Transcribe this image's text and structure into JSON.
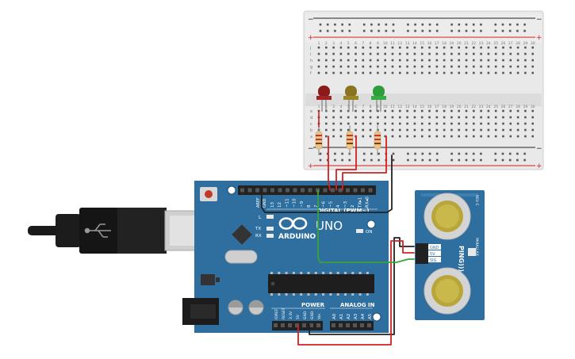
{
  "breadboard": {
    "rail_plus": "+",
    "rail_minus": "−",
    "row_letters_top": [
      "j",
      "i",
      "h",
      "g",
      "f"
    ],
    "row_letters_bottom": [
      "e",
      "d",
      "c",
      "b",
      "a"
    ],
    "column_numbers": [
      "1",
      "2",
      "3",
      "4",
      "5",
      "6",
      "7",
      "8",
      "9",
      "10",
      "11",
      "12",
      "13",
      "14",
      "15",
      "16",
      "17",
      "18",
      "19",
      "20",
      "21",
      "22",
      "23",
      "24",
      "25",
      "26",
      "27",
      "28",
      "29",
      "30"
    ]
  },
  "components": {
    "leds": [
      {
        "name": "led-red",
        "color": "#8b1a1a"
      },
      {
        "name": "led-yellow",
        "color": "#8a7420"
      },
      {
        "name": "led-green",
        "color": "#2e9e3a"
      }
    ],
    "resistor_count": 3
  },
  "arduino": {
    "logo_text": "ARDUINO",
    "model_text": "UNO",
    "digital_header_label": "DIGITAL (PWM~)",
    "digital_pins": [
      "13",
      "12",
      "~11",
      "~10",
      "~9",
      "8",
      "7",
      "~6",
      "~5",
      "4",
      "~3",
      "2",
      "TX▸1",
      "RX◂0"
    ],
    "aref_label": "AREF",
    "gnd_top_label": "GND",
    "led_labels": {
      "l": "L",
      "tx": "TX",
      "rx": "RX",
      "on": "ON"
    },
    "power_header_label": "POWER",
    "power_pins": [
      "IOREF",
      "RESET",
      "3.3V",
      "5V",
      "GND",
      "GND",
      "Vin"
    ],
    "analog_header_label": "ANALOG IN",
    "analog_pins": [
      "A0",
      "A1",
      "A2",
      "A3",
      "A4",
      "A5"
    ],
    "board_color": "#2f6f9f"
  },
  "sensor": {
    "pins": [
      "GND",
      "5V",
      "SIG"
    ],
    "brand_text": "PING)))",
    "side_text": "PARALLAX",
    "rev_text": "REV C"
  },
  "wires": {
    "red": "#d42020",
    "black": "#222222",
    "green": "#3aa33a"
  }
}
